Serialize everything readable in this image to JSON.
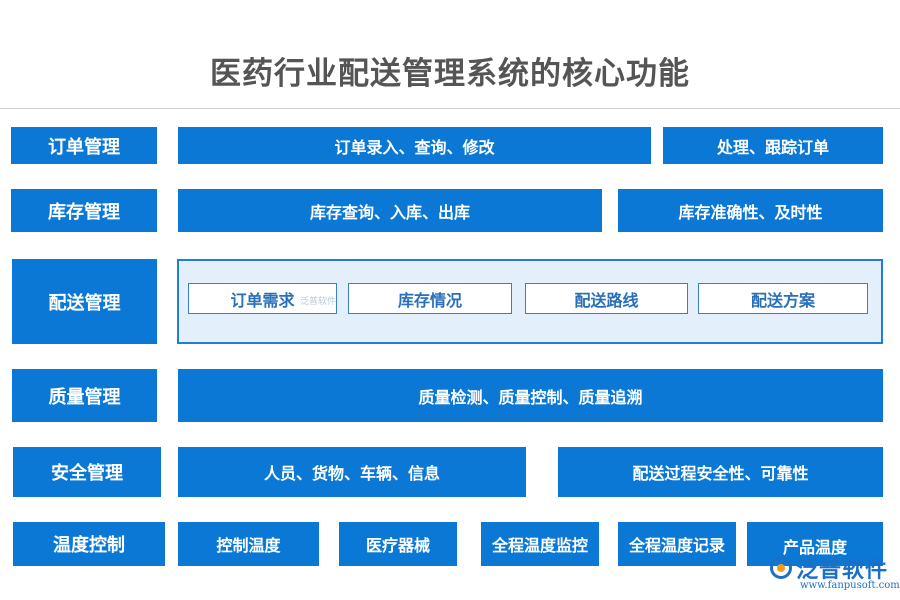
{
  "title": "医药行业配送管理系统的核心功能",
  "rows": {
    "order": {
      "label": "订单管理",
      "items": [
        "订单录入、查询、修改",
        "处理、跟踪订单"
      ]
    },
    "inventory": {
      "label": "库存管理",
      "items": [
        "库存查询、入库、出库",
        "库存准确性、及时性"
      ]
    },
    "delivery": {
      "label": "配送管理",
      "items": [
        "订单需求",
        "库存情况",
        "配送路线",
        "配送方案"
      ]
    },
    "quality": {
      "label": "质量管理",
      "items": [
        "质量检测、质量控制、质量追溯"
      ]
    },
    "safety": {
      "label": "安全管理",
      "items": [
        "人员、货物、车辆、信息",
        "配送过程安全性、可靠性"
      ]
    },
    "temperature": {
      "label": "温度控制",
      "items": [
        "控制温度",
        "医疗器械",
        "全程温度监控",
        "全程温度记录",
        "产品温度"
      ]
    }
  },
  "watermark": "泛普软件",
  "logo": {
    "name": "泛普软件",
    "url": "www.fanpusoft.com"
  },
  "colors": {
    "primary": "#0b78d6",
    "panel": "#e3effa",
    "title": "#555555"
  }
}
